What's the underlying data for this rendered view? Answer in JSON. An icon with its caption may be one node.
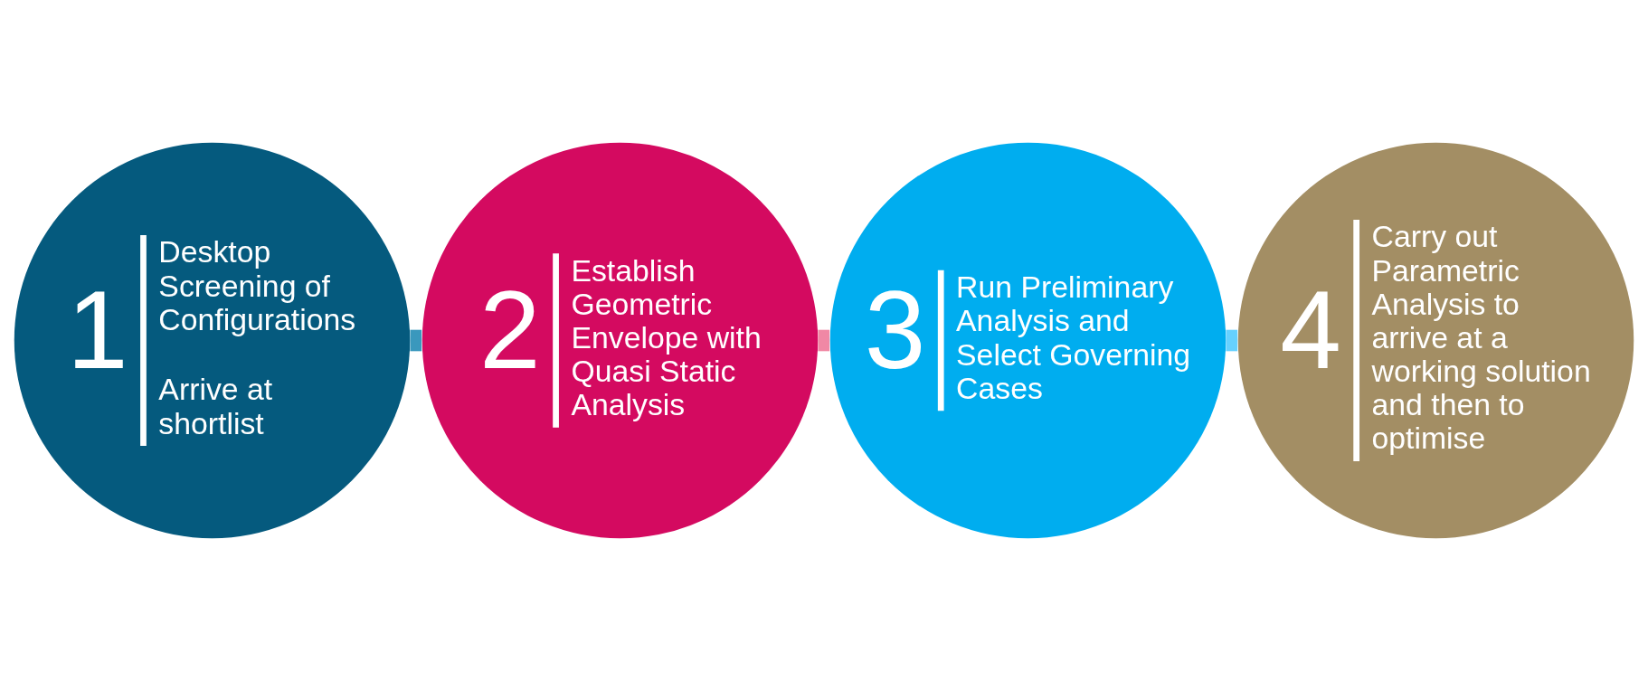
{
  "diagram": {
    "nodes": [
      {
        "text": [
          "1",
          "Desktop Screening of Configurations",
          "Arrive at shortlist"
        ]
      },
      {
        "text": [
          "2",
          "Establish Geometric Envelope with Quasi Static Analysis"
        ]
      },
      {
        "text": [
          "3",
          "Run Preliminary Analysis and Select Governing Cases"
        ]
      },
      {
        "text": [
          "4",
          "Carry out Parametric Analysis to arrive at a working solution and then to optimise"
        ]
      }
    ],
    "edges": [
      {
        "from": 0,
        "to": 1,
        "arrow": "none",
        "color": "#3a98bd"
      },
      {
        "from": 1,
        "to": 2,
        "arrow": "none",
        "color": "#f088a5"
      },
      {
        "from": 2,
        "to": 3,
        "arrow": "none",
        "color": "#66d1ff"
      }
    ]
  }
}
